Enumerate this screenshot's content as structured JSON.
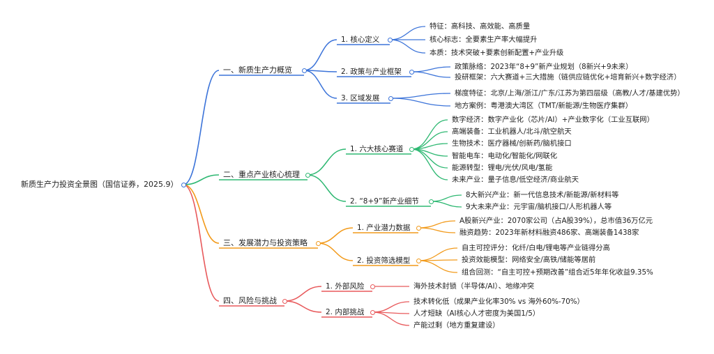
{
  "root": {
    "label": "新质生产力投资全景图（国信证券，2025.9）",
    "color": "#3b73d9"
  },
  "branches": [
    {
      "label": "一、新质生产力概览",
      "color": "#3b73d9",
      "children": [
        {
          "label": "1. 核心定义",
          "leaves": [
            "特征：高科技、高效能、高质量",
            "核心标志：全要素生产率大幅提升",
            "本质：技术突破+要素创新配置+产业升级"
          ]
        },
        {
          "label": "2. 政策与产业框架",
          "leaves": [
            "政策脉络：2023年“8+9”新产业规划（8新兴+9未来）",
            "投研框架：六大赛道+三大措施（链供应链优化+培育新兴+数字经济）"
          ]
        },
        {
          "label": "3. 区域发展",
          "leaves": [
            "梯度特征：北京/上海/浙江/广东/江苏为第四层级（高教/人才/基建优势）",
            "地方案例：粤港澳大湾区（TMT/新能源/生物医疗集群）"
          ]
        }
      ]
    },
    {
      "label": "二、重点产业核心梳理",
      "color": "#2eb872",
      "children": [
        {
          "label": "1. 六大核心赛道",
          "leaves": [
            "数字经济：数字产业化（芯片/AI）+产业数字化（工业互联网）",
            "高端装备：工业机器人/北斗/航空航天",
            "生物技术：医疗器械/创新药/脑机接口",
            "智能电车：电动化/智能化/网联化",
            "能源转型：锂电/光伏/风电/氢能",
            "未来产业：量子信息/低空经济/商业航天"
          ]
        },
        {
          "label": "2. “8+9”新产业细节",
          "leaves": [
            "8大新兴产业：新一代信息技术/新能源/新材料等",
            "9大未来产业：元宇宙/脑机接口/人形机器人等"
          ]
        }
      ]
    },
    {
      "label": "三、发展潜力与投资策略",
      "color": "#f29a1a",
      "children": [
        {
          "label": "1. 产业潜力数据",
          "leaves": [
            "A股新兴产业：2070家公司（占A股39%），总市值36万亿元",
            "融资趋势：2023年新材料融资486家、高端装备1438家"
          ]
        },
        {
          "label": "2. 投资筛选模型",
          "leaves": [
            "自主可控评分：化纤/白电/锂电等产业链得分高",
            "投资效能模型：网络安全/高铁/储能等居前",
            "组合回测：“自主可控+预期改善”组合近5年年化收益9.35%"
          ]
        }
      ]
    },
    {
      "label": "四、风险与挑战",
      "color": "#e8595b",
      "children": [
        {
          "label": "1. 外部风险",
          "leaves": [
            "海外技术封锁（半导体/AI）、地缘冲突"
          ]
        },
        {
          "label": "2. 内部挑战",
          "leaves": [
            "技术转化低（成果产业化率30% vs 海外60%-70%）",
            "人才短缺（AI核心人才密度为美国1/5）",
            "产能过剩（地方重复建设）"
          ]
        }
      ]
    }
  ]
}
